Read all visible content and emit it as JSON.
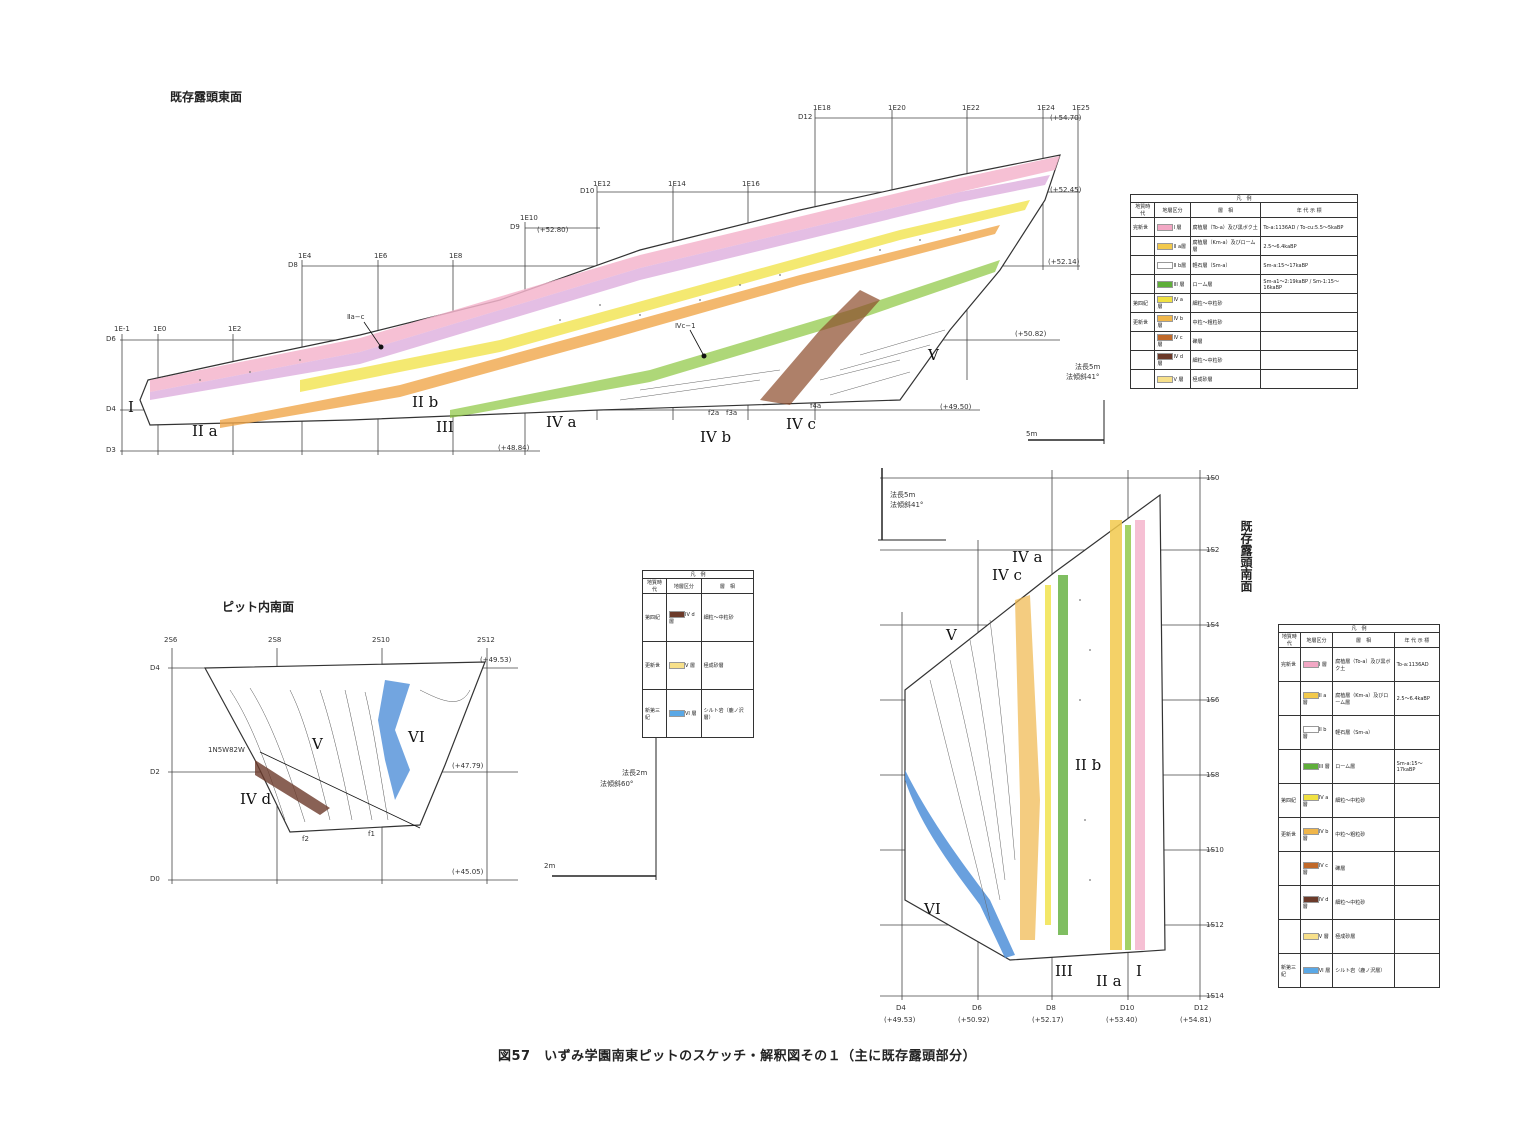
{
  "sections": {
    "east_face": {
      "title": "既存露頭東面",
      "grid_top": [
        "1E18",
        "1E20",
        "1E22",
        "1E24",
        "1E25"
      ],
      "grid_mid": [
        "1E12",
        "1E14",
        "1E16"
      ],
      "grid_low": [
        "1E10"
      ],
      "grid_d8": [
        "1E4",
        "1E6",
        "1E8"
      ],
      "grid_d6": [
        "1E-1",
        "1E0",
        "1E2"
      ],
      "d_labels": [
        "D12",
        "D10",
        "D8",
        "D6",
        "D4",
        "D3",
        "D9"
      ],
      "elevations": [
        "(+54.70)",
        "(+52.45)",
        "(+52.14)",
        "(+52.80)",
        "(+50.82)",
        "(+49.50)",
        "(+48.84)"
      ],
      "layer_labels": [
        "I",
        "II a",
        "II b",
        "III",
        "IV a",
        "IV b",
        "IV c",
        "V"
      ],
      "sample_labels": [
        "Ⅱa−c",
        "Ⅳc−1",
        "f2a",
        "f3a",
        "f4a"
      ],
      "scale_note": [
        "法長5m",
        "法傾斜41°"
      ],
      "scale_bar": "5m"
    },
    "pit_south": {
      "title": "ピット内南面",
      "grid": [
        "2S6",
        "2S8",
        "2S10",
        "2S12"
      ],
      "d_labels": [
        "D4",
        "D2",
        "D0"
      ],
      "elevations": [
        "(+49.53)",
        "(+47.79)",
        "(+45.05)"
      ],
      "layer_labels": [
        "V",
        "VI",
        "IV d"
      ],
      "faults": [
        "f2",
        "f1"
      ],
      "strike": "1N5W82W",
      "scale_note": [
        "法長2m",
        "法傾斜60°"
      ],
      "scale_bar": "2m"
    },
    "north_face": {
      "title": "既存露頭南面",
      "grid": [
        "1S0",
        "1S2",
        "1S4",
        "1S6",
        "1S8",
        "1S10",
        "1S12",
        "1S14"
      ],
      "d_labels": [
        "D4",
        "D6",
        "D8",
        "D10",
        "D12"
      ],
      "elevations": [
        "(+49.53)",
        "(+50.92)",
        "(+52.17)",
        "(+53.40)",
        "(+54.81)"
      ],
      "layer_labels": [
        "IV a",
        "IV c",
        "V",
        "II b",
        "VI",
        "III",
        "II a",
        "I"
      ],
      "scale_note": [
        "法長5m",
        "法傾斜41°"
      ]
    }
  },
  "legend_main": {
    "title": "凡　例",
    "headers": [
      "地質時代",
      "地層区分",
      "層　相",
      "年 代 示 標"
    ],
    "rows": [
      {
        "era": "完新世",
        "unit": "I 層",
        "desc": "腐植層（To-a）及び黒ボク土",
        "age": "To-a:1136AD / To-cu:5.5〜5kaBP",
        "color": "#f2a7c4"
      },
      {
        "era": "",
        "unit": "II a層",
        "desc": "腐植層（Km-a）及びローム層",
        "age": "2.5〜6.4kaBP",
        "color": "#f2c94c"
      },
      {
        "era": "",
        "unit": "II b層",
        "desc": "軽石層（Sm-a）",
        "age": "Sm-a:15〜17kaBP",
        "color": "#ffffff"
      },
      {
        "era": "",
        "unit": "III 層",
        "desc": "ローム層",
        "age": "Sm-a1〜2:19kaBP / Sm-1:15〜16kaBP",
        "color": "#5fae3a"
      },
      {
        "era": "第四紀",
        "unit": "IV a層",
        "desc": "細粒〜中粒砂",
        "age": "",
        "color": "#f0e142"
      },
      {
        "era": "更新世",
        "unit": "IV b層",
        "desc": "中粒〜粗粒砂",
        "age": "",
        "color": "#f0b64a"
      },
      {
        "era": "",
        "unit": "IV c層",
        "desc": "礫層",
        "age": "",
        "color": "#c0692a"
      },
      {
        "era": "",
        "unit": "IV d層",
        "desc": "細粒〜中粒砂",
        "age": "",
        "color": "#6b3a2a"
      },
      {
        "era": "",
        "unit": "V 層",
        "desc": "極成砂層",
        "age": "",
        "color": "#f7e08a"
      }
    ]
  },
  "legend_pit": {
    "title": "凡　例",
    "headers": [
      "地質時代",
      "地層区分",
      "層　相"
    ],
    "rows": [
      {
        "era": "第四紀",
        "unit": "IV d層",
        "desc": "細粒〜中粒砂",
        "color": "#6b3a2a"
      },
      {
        "era": "更新世",
        "unit": "V 層",
        "desc": "極成砂層",
        "color": "#f7e08a"
      },
      {
        "era": "新第三紀",
        "unit": "VI 層",
        "desc": "シルト岩（鹿ノ沢層）",
        "color": "#5aa8e6"
      }
    ]
  },
  "legend_right": {
    "title": "凡　例",
    "headers": [
      "地質時代",
      "地層区分",
      "層　相",
      "年 代 示 標"
    ],
    "rows": [
      {
        "era": "完新世",
        "unit": "I 層",
        "desc": "腐植層（To-a）及び黒ボク土",
        "age": "To-a:1136AD",
        "color": "#f2a7c4"
      },
      {
        "era": "",
        "unit": "II a層",
        "desc": "腐植層（Km-a）及びローム層",
        "age": "2.5〜6.4kaBP",
        "color": "#f2c94c"
      },
      {
        "era": "",
        "unit": "II b層",
        "desc": "軽石層（Sm-a）",
        "age": "",
        "color": "#ffffff"
      },
      {
        "era": "",
        "unit": "III 層",
        "desc": "ローム層",
        "age": "Sm-a:15〜17kaBP",
        "color": "#5fae3a"
      },
      {
        "era": "第四紀",
        "unit": "IV a層",
        "desc": "細粒〜中粒砂",
        "age": "",
        "color": "#f0e142"
      },
      {
        "era": "更新世",
        "unit": "IV b層",
        "desc": "中粒〜粗粒砂",
        "age": "",
        "color": "#f0b64a"
      },
      {
        "era": "",
        "unit": "IV c層",
        "desc": "礫層",
        "age": "",
        "color": "#c0692a"
      },
      {
        "era": "",
        "unit": "IV d層",
        "desc": "細粒〜中粒砂",
        "age": "",
        "color": "#6b3a2a"
      },
      {
        "era": "",
        "unit": "V 層",
        "desc": "極成砂層",
        "age": "",
        "color": "#f7e08a"
      },
      {
        "era": "新第三紀",
        "unit": "VI 層",
        "desc": "シルト岩（鹿ノ沢層）",
        "age": "",
        "color": "#5aa8e6"
      }
    ]
  },
  "caption": "図57　いずみ学園南東ピットのスケッチ・解釈図その１（主に既存露頭部分）"
}
